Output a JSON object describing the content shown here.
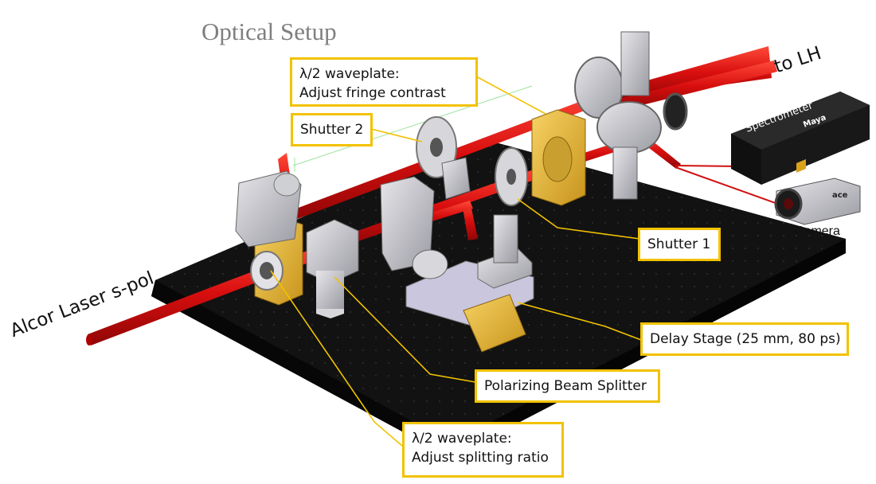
{
  "title": "Optical Setup",
  "labels": {
    "input_beam": "Alcor Laser s-pol",
    "output_beam": "to LH",
    "spectrometer": "Spectrometer",
    "spectrometer_brand": "Maya",
    "camera_brand": "ace",
    "camera": "Camera"
  },
  "callouts": {
    "waveplate_top_line1": "λ/2 waveplate:",
    "waveplate_top_line2": "Adjust fringe contrast",
    "shutter2": "Shutter 2",
    "shutter1": "Shutter 1",
    "delay_stage": "Delay Stage (25 mm, 80 ps)",
    "pbs": "Polarizing Beam Splitter",
    "waveplate_bottom_line1": "λ/2 waveplate:",
    "waveplate_bottom_line2": "Adjust splitting ratio"
  },
  "colors": {
    "callout_border": "#f2c200",
    "beam": "#e01010",
    "table": "#111111",
    "mount_gold": "#e8b730",
    "mount_gray": "#b8b8bc"
  }
}
